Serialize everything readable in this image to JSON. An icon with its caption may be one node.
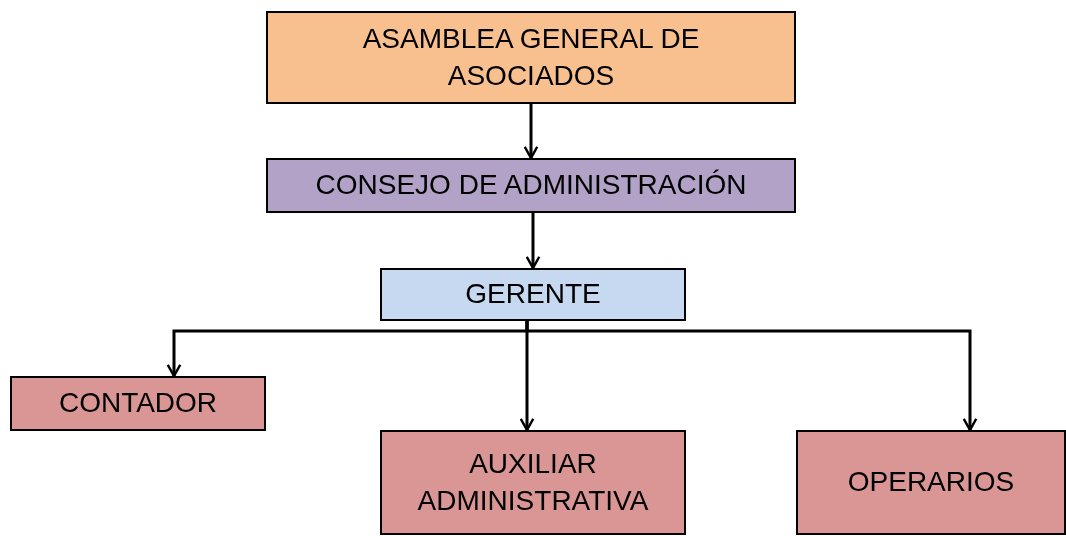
{
  "diagram": {
    "nodes": [
      {
        "text": [
          "ASAMBLEA GENERAL DE ASOCIADOS"
        ]
      },
      {
        "text": [
          "CONSEJO DE ADMINISTRACIÓN"
        ]
      },
      {
        "text": [
          "GERENTE"
        ]
      },
      {
        "text": [
          "CONTADOR"
        ]
      },
      {
        "text": [
          "AUXILIAR ADMINISTRATIVA"
        ]
      },
      {
        "text": [
          "OPERARIOS"
        ]
      }
    ],
    "edges": [
      {
        "from": 0,
        "to": 1,
        "arrow": "to"
      },
      {
        "from": 1,
        "to": 2,
        "arrow": "to"
      },
      {
        "from": 2,
        "to": 3,
        "arrow": "to"
      },
      {
        "from": 2,
        "to": 4,
        "arrow": "to"
      },
      {
        "from": 2,
        "to": 5,
        "arrow": "to"
      }
    ]
  }
}
